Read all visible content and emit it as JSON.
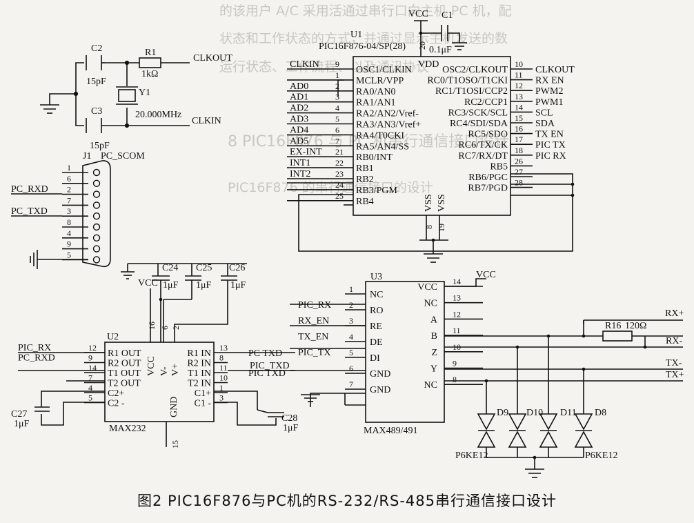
{
  "caption": "图2  PIC16F876与PC机的RS-232/RS-485串行通信接口设计",
  "ghost_text": [
    "的该用户 A/C 采用活通过串行口向主机 PC 机，配",
    "状态和工作状态的方式，并通过显示主机发送的数",
    "运行状态、工作流程、以及通讯协议",
    "8 PIC16F876 与 PC 机串行通信接口设计",
    "PIC16F876 的串行通信接口的设计"
  ],
  "nets": {
    "vcc": "VCC",
    "clkout": "CLKOUT",
    "clkin": "CLKIN",
    "rx_pos": "RX+",
    "rx_neg": "RX-",
    "tx_neg": "TX-",
    "tx_pos": "TX+"
  },
  "osc": {
    "c2": "C2",
    "c2_val": "15pF",
    "c3": "C3",
    "c3_val": "15pF",
    "r1": "R1",
    "r1_val": "1kΩ",
    "y1": "Y1",
    "y1_val": "20.000MHz"
  },
  "c1": {
    "ref": "C1",
    "val": "0.1μF"
  },
  "u1": {
    "ref": "U1",
    "part": "PIC16F876-04/SP(28)",
    "vdd_label": "VDD",
    "vdd_pin": "20",
    "vss_labels": [
      "VSS",
      "VSS"
    ],
    "vss_pins": [
      "8",
      "19"
    ],
    "left": [
      {
        "net": "CLKIN",
        "pin": "9",
        "name": "OSC1/CLKIN"
      },
      {
        "net": "",
        "pin": "1",
        "name": "MCLR/VPP"
      },
      {
        "net": "AD0",
        "pin": "2",
        "name": "RA0/AN0"
      },
      {
        "net": "AD1",
        "pin": "3",
        "name": "RA1/AN1"
      },
      {
        "net": "AD2",
        "pin": "4",
        "name": "RA2/AN2/Vref-"
      },
      {
        "net": "AD3",
        "pin": "5",
        "name": "RA3/AN3/Vref+"
      },
      {
        "net": "AD4",
        "pin": "6",
        "name": "RA4/T0CKI"
      },
      {
        "net": "AD5",
        "pin": "7",
        "name": "RA5/AN4/SS"
      },
      {
        "net": "EX-INT",
        "pin": "21",
        "name": "RB0/INT"
      },
      {
        "net": "INT1",
        "pin": "22",
        "name": "RB1"
      },
      {
        "net": "INT2",
        "pin": "23",
        "name": "RB2"
      },
      {
        "net": "",
        "pin": "24",
        "name": "RB3/PGM"
      },
      {
        "net": "",
        "pin": "25",
        "name": "RB4"
      }
    ],
    "right": [
      {
        "name": "OSC2/CLKOUT",
        "pin": "10",
        "net": "CLKOUT"
      },
      {
        "name": "RC0/T1OSO/T1CKI",
        "pin": "11",
        "net": "RX_EN"
      },
      {
        "name": "RC1/T1OSI/CCP2",
        "pin": "12",
        "net": "PWM2"
      },
      {
        "name": "RC2/CCP1",
        "pin": "13",
        "net": "PWM1"
      },
      {
        "name": "RC3/SCK/SCL",
        "pin": "14",
        "net": "SCL"
      },
      {
        "name": "RC4/SDI/SDA",
        "pin": "15",
        "net": "SDA"
      },
      {
        "name": "RC5/SDO",
        "pin": "16",
        "net": "TX_EN"
      },
      {
        "name": "RC6/TX/CK",
        "pin": "17",
        "net": "PIC_TX"
      },
      {
        "name": "RC7/RX/DT",
        "pin": "18",
        "net": "PIC_RX"
      },
      {
        "name": "RB5",
        "pin": "26",
        "net": ""
      },
      {
        "name": "RB6/PGC",
        "pin": "27",
        "net": ""
      },
      {
        "name": "RB7/PGD",
        "pin": "28",
        "net": ""
      }
    ]
  },
  "j1": {
    "ref": "J1",
    "name": "PC_SCOM",
    "pins": [
      "1",
      "6",
      "2",
      "7",
      "3",
      "8",
      "4",
      "9",
      "5"
    ],
    "net_rxd": "PC_RXD",
    "net_txd": "PC_TXD"
  },
  "u2": {
    "ref": "U2",
    "part": "MAX232",
    "left": [
      {
        "net": "PIC_RX",
        "pin": "12",
        "name": "R1 OUT"
      },
      {
        "net": "PC_RXD",
        "pin": "9",
        "name": "R2 OUT"
      },
      {
        "net": "",
        "pin": "14",
        "name": "T1 OUT"
      },
      {
        "net": "",
        "pin": "7",
        "name": "T2 OUT"
      },
      {
        "net": "",
        "pin": "4",
        "name": "C2+"
      },
      {
        "net": "",
        "pin": "5",
        "name": "C2 -"
      }
    ],
    "right": [
      {
        "name": "R1 IN",
        "pin": "13",
        "net": "PC_TXD"
      },
      {
        "name": "R2 IN",
        "pin": "8",
        "net": ""
      },
      {
        "name": "T1 IN",
        "pin": "11",
        "net": "PIC_TXD"
      },
      {
        "name": "T2 IN",
        "pin": "10",
        "net": ""
      },
      {
        "name": "C1+",
        "pin": "1",
        "net": ""
      },
      {
        "name": "C1 -",
        "pin": "3",
        "net": ""
      }
    ],
    "top": [
      {
        "name": "VCC",
        "pin": "16"
      },
      {
        "name": "V-",
        "pin": "6"
      },
      {
        "name": "V+",
        "pin": "2"
      }
    ],
    "gnd": {
      "name": "GND",
      "pin": "15"
    },
    "caps": [
      {
        "ref": "C24",
        "val": "1μF"
      },
      {
        "ref": "C25",
        "val": "1μF"
      },
      {
        "ref": "C26",
        "val": "1μF"
      },
      {
        "ref": "C27",
        "val": "1μF"
      },
      {
        "ref": "C28",
        "val": "1μF"
      }
    ]
  },
  "u3": {
    "ref": "U3",
    "part": "MAX489/491",
    "left": [
      {
        "net": "",
        "pin": "1",
        "name": "NC"
      },
      {
        "net": "PIC_RX",
        "pin": "2",
        "name": "RO"
      },
      {
        "net": "RX_EN",
        "pin": "3",
        "name": "RE"
      },
      {
        "net": "TX_EN",
        "pin": "4",
        "name": "DE"
      },
      {
        "net": "PIC_TX",
        "pin": "5",
        "name": "DI"
      },
      {
        "net": "",
        "pin": "6",
        "name": "GND"
      },
      {
        "net": "",
        "pin": "7",
        "name": "GND"
      }
    ],
    "right": [
      {
        "name": "VCC",
        "pin": "14"
      },
      {
        "name": "NC",
        "pin": "13"
      },
      {
        "name": "A",
        "pin": "12"
      },
      {
        "name": "B",
        "pin": "11"
      },
      {
        "name": "Z",
        "pin": "10"
      },
      {
        "name": "Y",
        "pin": "9"
      },
      {
        "name": "NC",
        "pin": "8"
      }
    ],
    "r16": {
      "ref": "R16",
      "val": "120Ω"
    },
    "diodes": [
      "D9",
      "D10",
      "D11",
      "D8"
    ],
    "tvs": "P6KE12"
  }
}
